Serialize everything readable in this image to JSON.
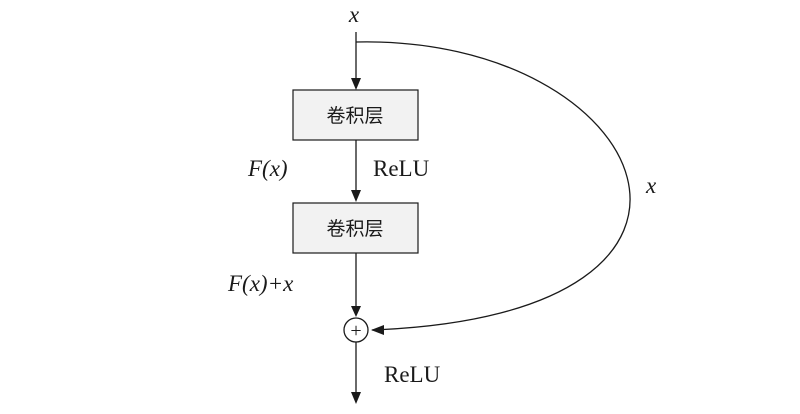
{
  "diagram": {
    "input_label": "x",
    "box1_label": "卷积层",
    "box2_label": "卷积层",
    "fx_label": "F(x)",
    "relu1_label": "ReLU",
    "skip_label": "x",
    "sum_label": "F(x)+x",
    "add_symbol": "+",
    "relu2_label": "ReLU"
  }
}
